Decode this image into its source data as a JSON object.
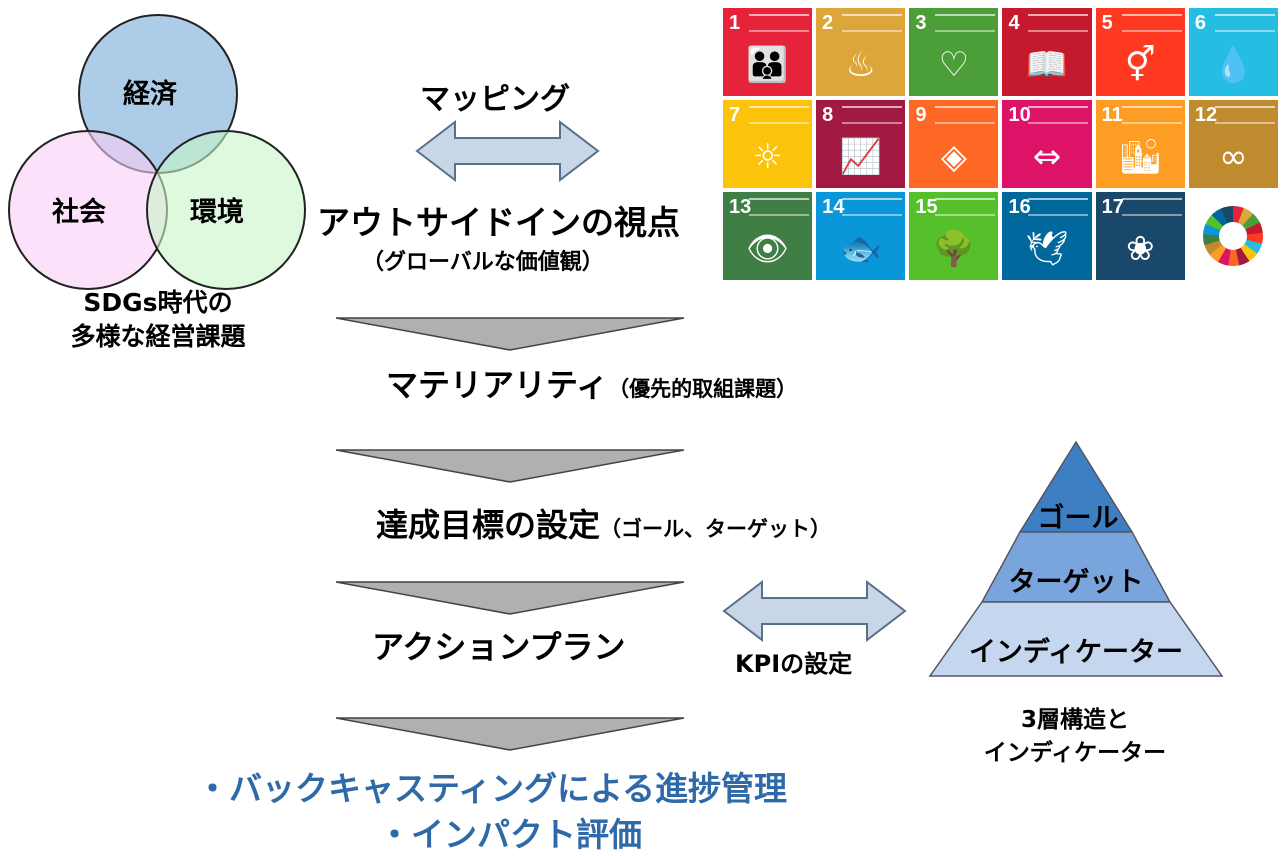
{
  "venn": {
    "top": "経済",
    "left": "社会",
    "right": "環境",
    "caption_line1": "SDGs時代の",
    "caption_line2": "多様な経営課題"
  },
  "mapping": {
    "label": "マッピング",
    "title": "アウトサイドインの視点",
    "subtitle": "（グローバルな価値観）"
  },
  "sdgs": [
    {
      "num": "1",
      "color": "#e5243b",
      "icon": "family-icon",
      "glyph": "👪"
    },
    {
      "num": "2",
      "color": "#dda63a",
      "icon": "bowl-icon",
      "glyph": "♨"
    },
    {
      "num": "3",
      "color": "#4c9f38",
      "icon": "heartbeat-icon",
      "glyph": "♡"
    },
    {
      "num": "4",
      "color": "#c5192d",
      "icon": "book-icon",
      "glyph": "📖"
    },
    {
      "num": "5",
      "color": "#ff3a21",
      "icon": "gender-icon",
      "glyph": "⚥"
    },
    {
      "num": "6",
      "color": "#26bde2",
      "icon": "water-drop-icon",
      "glyph": "💧"
    },
    {
      "num": "7",
      "color": "#fcc30b",
      "icon": "sun-icon",
      "glyph": "☼"
    },
    {
      "num": "8",
      "color": "#a21942",
      "icon": "growth-chart-icon",
      "glyph": "📈"
    },
    {
      "num": "9",
      "color": "#fd6925",
      "icon": "cubes-icon",
      "glyph": "◈"
    },
    {
      "num": "10",
      "color": "#dd1367",
      "icon": "equality-icon",
      "glyph": "⇔"
    },
    {
      "num": "11",
      "color": "#fd9d24",
      "icon": "buildings-icon",
      "glyph": "🏙"
    },
    {
      "num": "12",
      "color": "#bf8b2e",
      "icon": "infinity-icon",
      "glyph": "∞"
    },
    {
      "num": "13",
      "color": "#3f7e44",
      "icon": "eye-globe-icon",
      "glyph": "👁"
    },
    {
      "num": "14",
      "color": "#0a97d9",
      "icon": "fish-icon",
      "glyph": "🐟"
    },
    {
      "num": "15",
      "color": "#56c02b",
      "icon": "tree-icon",
      "glyph": "🌳"
    },
    {
      "num": "16",
      "color": "#00689d",
      "icon": "dove-icon",
      "glyph": "🕊"
    },
    {
      "num": "17",
      "color": "#19486a",
      "icon": "partnership-flower-icon",
      "glyph": "❀"
    },
    {
      "num": "",
      "color": "#ffffff",
      "icon": "sdg-wheel-icon",
      "glyph": ""
    }
  ],
  "steps": {
    "materiality": {
      "title": "マテリアリティ",
      "sub": "（優先的取組課題）"
    },
    "goal_setting": {
      "title": "達成目標の設定",
      "sub": "（ゴール、ターゲット）"
    },
    "action_plan": {
      "title": "アクションプラン"
    },
    "outcome_line1": "・バックキャスティングによる進捗管理",
    "outcome_line2": "・インパクト評価"
  },
  "kpi": {
    "label": "KPIの設定"
  },
  "pyramid": {
    "top": "ゴール",
    "middle": "ターゲット",
    "bottom": "インディケーター",
    "caption_line1": "3層構造と",
    "caption_line2": "インディケーター",
    "colors": {
      "top": "#3e7fc4",
      "middle": "#7aa4dc",
      "bottom": "#c5d6ef"
    }
  }
}
